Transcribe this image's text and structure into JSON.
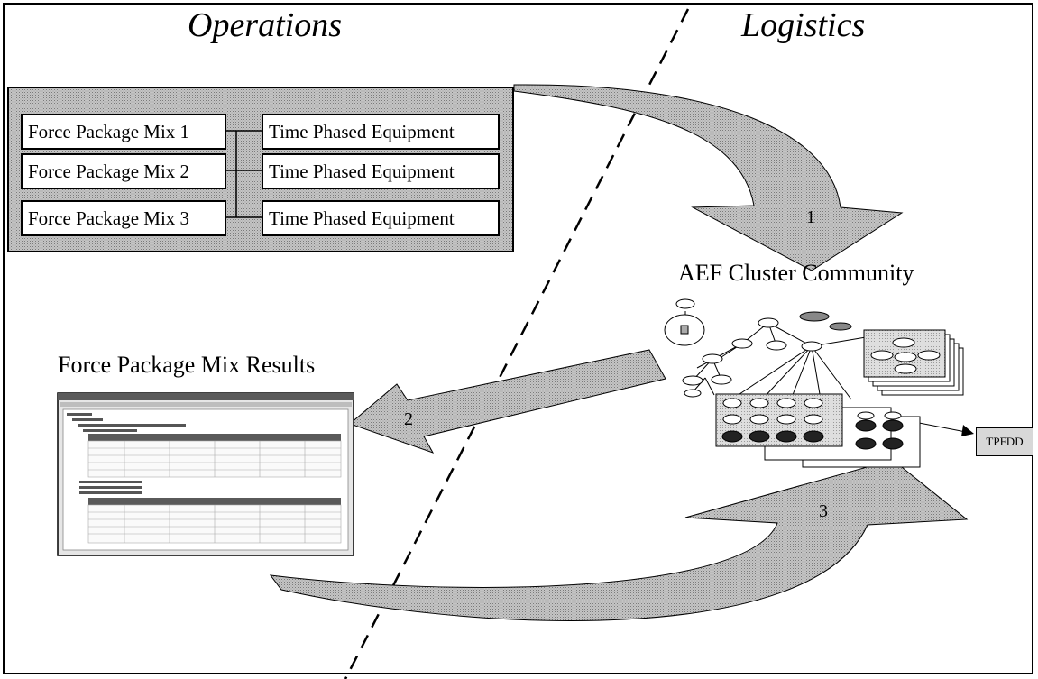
{
  "titles": {
    "operations": "Operations",
    "logistics": "Logistics"
  },
  "force_packages": [
    {
      "mix": "Force Package Mix 1",
      "equipment": "Time Phased Equipment"
    },
    {
      "mix": "Force Package Mix 2",
      "equipment": "Time Phased Equipment"
    },
    {
      "mix": "Force Package Mix 3",
      "equipment": "Time Phased Equipment"
    }
  ],
  "cluster_label": "AEF Cluster Community",
  "results_label": "Force Package Mix Results",
  "tpfdd_label": "TPFDD",
  "arrow_numbers": [
    "1",
    "2",
    "3"
  ],
  "colors": {
    "stipple": "#b8b8b8",
    "border": "#000000",
    "background": "#ffffff"
  }
}
